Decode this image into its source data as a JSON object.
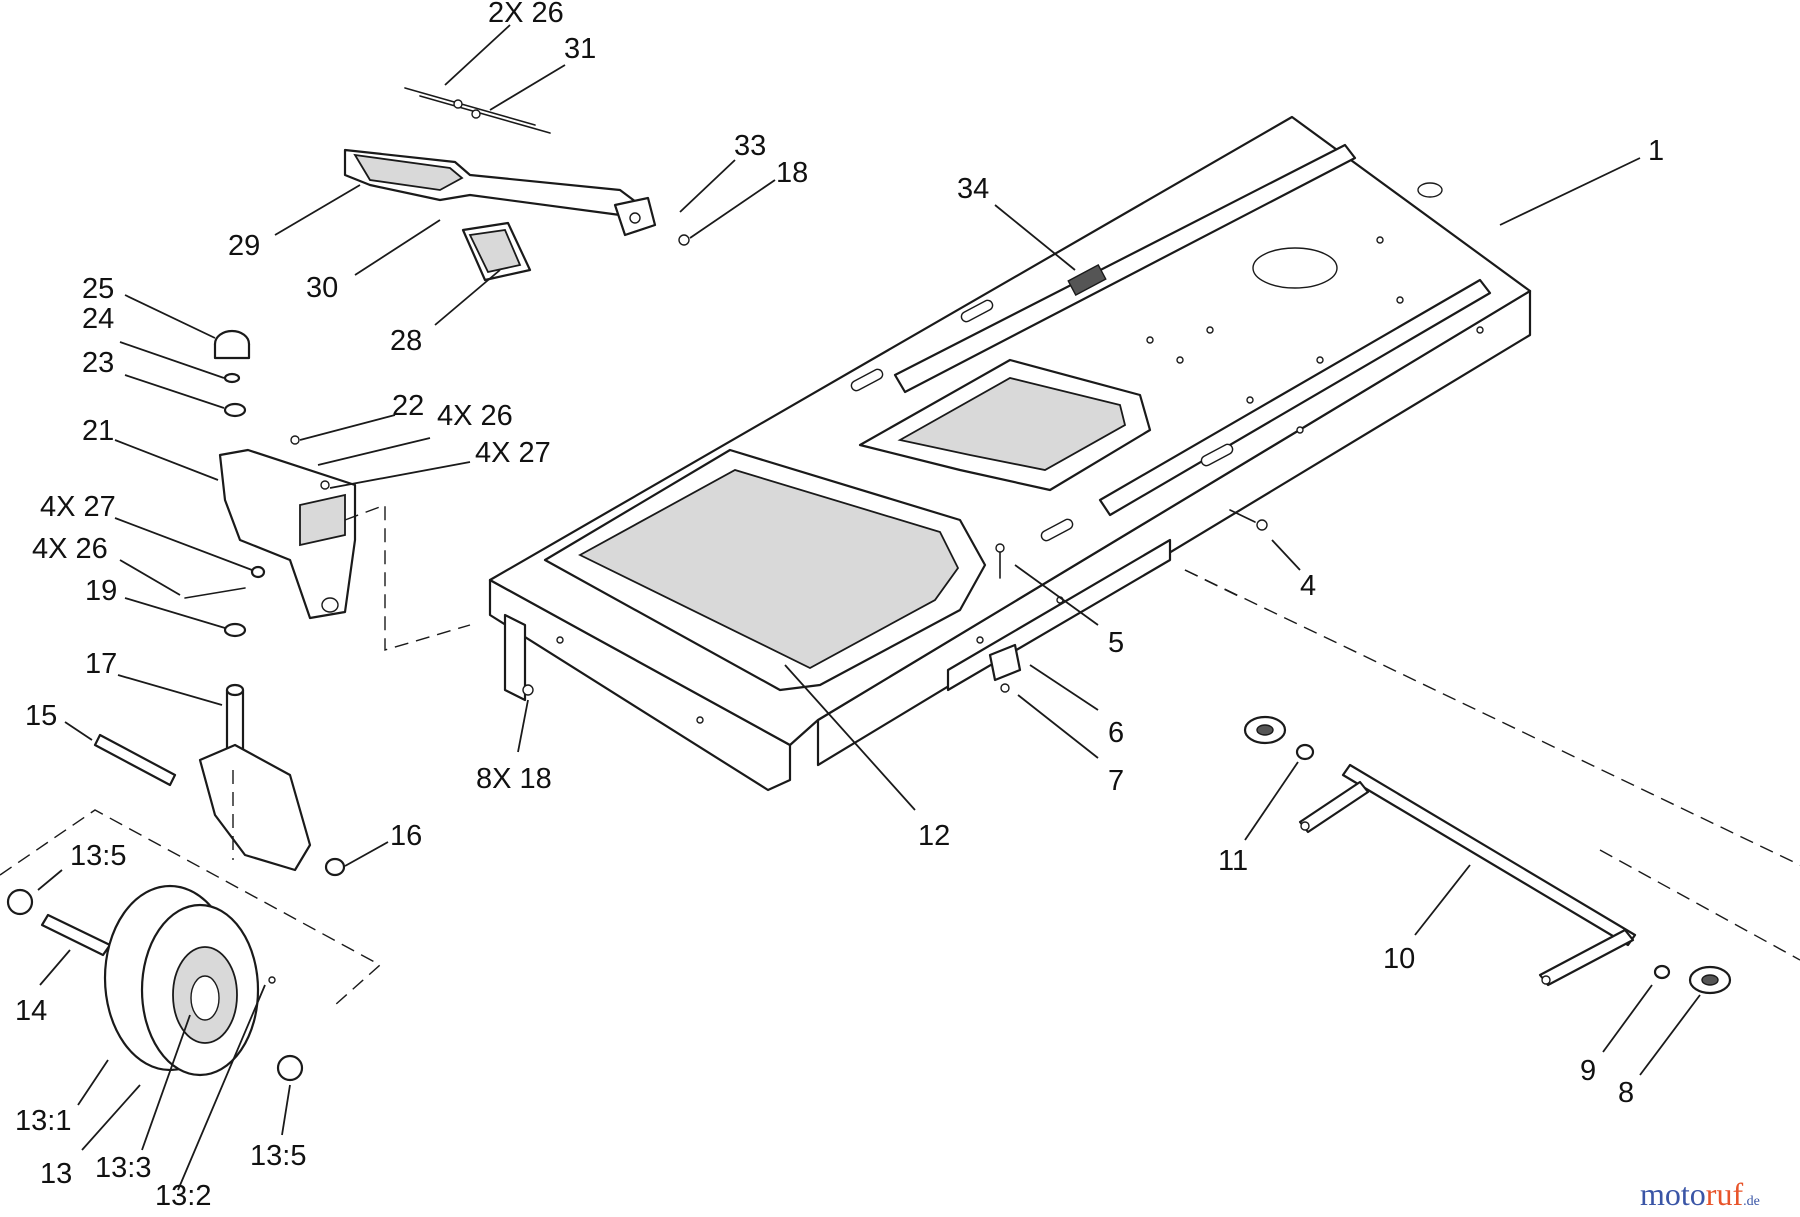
{
  "callouts": [
    {
      "id": "c1",
      "label": "1"
    },
    {
      "id": "c34",
      "label": "34"
    },
    {
      "id": "c2x26",
      "label": "2X 26"
    },
    {
      "id": "c31",
      "label": "31"
    },
    {
      "id": "c33",
      "label": "33"
    },
    {
      "id": "c18a",
      "label": "18"
    },
    {
      "id": "c29",
      "label": "29"
    },
    {
      "id": "c30",
      "label": "30"
    },
    {
      "id": "c28",
      "label": "28"
    },
    {
      "id": "c25",
      "label": "25"
    },
    {
      "id": "c24",
      "label": "24"
    },
    {
      "id": "c23",
      "label": "23"
    },
    {
      "id": "c21",
      "label": "21"
    },
    {
      "id": "c22",
      "label": "22"
    },
    {
      "id": "c4x26a",
      "label": "4X 26"
    },
    {
      "id": "c4x27a",
      "label": "4X 27"
    },
    {
      "id": "c4x27b",
      "label": "4X 27"
    },
    {
      "id": "c4x26b",
      "label": "4X 26"
    },
    {
      "id": "c19",
      "label": "19"
    },
    {
      "id": "c17",
      "label": "17"
    },
    {
      "id": "c15",
      "label": "15"
    },
    {
      "id": "c16",
      "label": "16"
    },
    {
      "id": "c13_5a",
      "label": "13:5"
    },
    {
      "id": "c14",
      "label": "14"
    },
    {
      "id": "c13_1",
      "label": "13:1"
    },
    {
      "id": "c13",
      "label": "13"
    },
    {
      "id": "c13_3",
      "label": "13:3"
    },
    {
      "id": "c13_2",
      "label": "13:2"
    },
    {
      "id": "c13_5b",
      "label": "13:5"
    },
    {
      "id": "c8x18",
      "label": "8X 18"
    },
    {
      "id": "c12",
      "label": "12"
    },
    {
      "id": "c5",
      "label": "5"
    },
    {
      "id": "c6",
      "label": "6"
    },
    {
      "id": "c7",
      "label": "7"
    },
    {
      "id": "c4",
      "label": "4"
    },
    {
      "id": "c11",
      "label": "11"
    },
    {
      "id": "c10",
      "label": "10"
    },
    {
      "id": "c9",
      "label": "9"
    },
    {
      "id": "c8",
      "label": "8"
    }
  ],
  "watermark": {
    "part1": "moto",
    "part2": "ruf",
    "suffix": ".de"
  },
  "colors": {
    "line": "#1a1a1a",
    "watermark_blue": "#3a55a6",
    "watermark_orange": "#e8542a"
  }
}
